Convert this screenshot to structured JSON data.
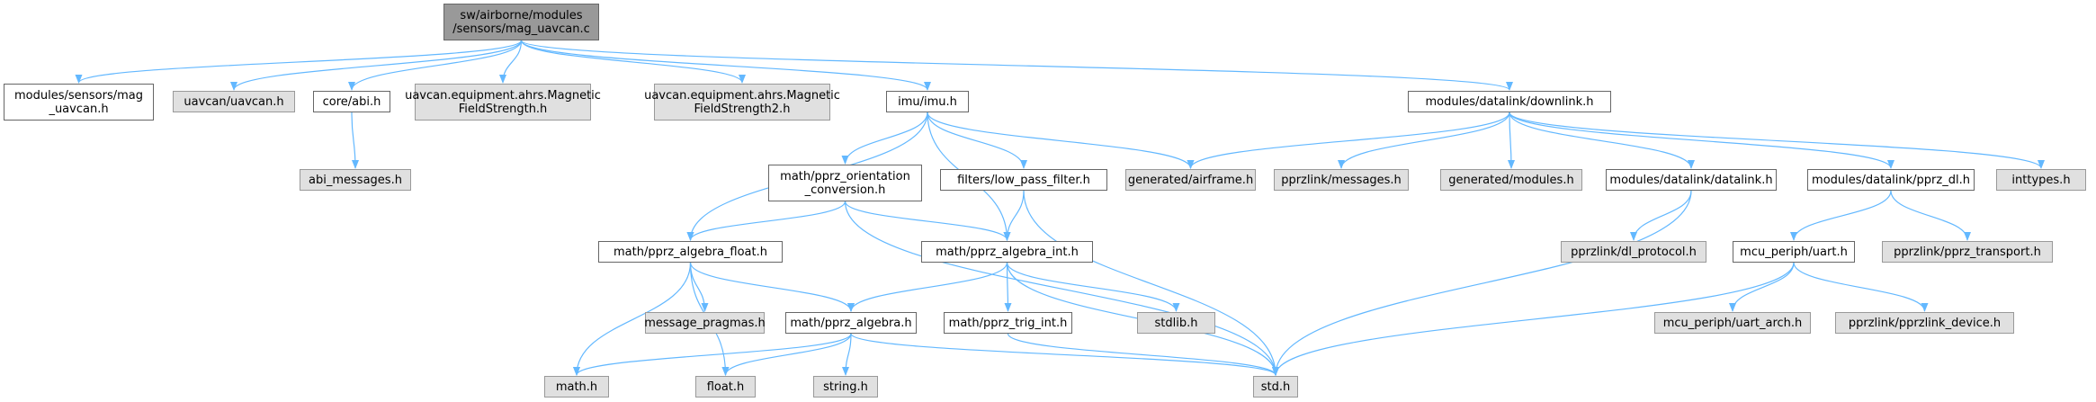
{
  "colors": {
    "edge": "#63b8ff",
    "root_fill": "#999999",
    "local_fill": "#ffffff",
    "external_fill": "#e0e0e0"
  },
  "nodes": [
    {
      "id": "root",
      "kind": "root",
      "lines": [
        "sw/airborne/modules",
        "/sensors/mag_uavcan.c"
      ]
    },
    {
      "id": "mag_uavcan_h",
      "kind": "local",
      "lines": [
        "modules/sensors/mag",
        "_uavcan.h"
      ]
    },
    {
      "id": "uavcan_h",
      "kind": "ext",
      "lines": [
        "uavcan/uavcan.h"
      ]
    },
    {
      "id": "abi_h",
      "kind": "local",
      "lines": [
        "core/abi.h"
      ]
    },
    {
      "id": "mag_field1",
      "kind": "ext",
      "lines": [
        "uavcan.equipment.ahrs.Magnetic",
        "FieldStrength.h"
      ]
    },
    {
      "id": "mag_field2",
      "kind": "ext",
      "lines": [
        "uavcan.equipment.ahrs.Magnetic",
        "FieldStrength2.h"
      ]
    },
    {
      "id": "imu_h",
      "kind": "local",
      "lines": [
        "imu/imu.h"
      ]
    },
    {
      "id": "downlink_h",
      "kind": "local",
      "lines": [
        "modules/datalink/downlink.h"
      ]
    },
    {
      "id": "abi_messages_h",
      "kind": "ext",
      "lines": [
        "abi_messages.h"
      ]
    },
    {
      "id": "orientation_h",
      "kind": "local",
      "lines": [
        "math/pprz_orientation",
        "_conversion.h"
      ]
    },
    {
      "id": "low_pass_h",
      "kind": "local",
      "lines": [
        "filters/low_pass_filter.h"
      ]
    },
    {
      "id": "airframe_h",
      "kind": "ext",
      "lines": [
        "generated/airframe.h"
      ]
    },
    {
      "id": "messages_h",
      "kind": "ext",
      "lines": [
        "pprzlink/messages.h"
      ]
    },
    {
      "id": "modules_h",
      "kind": "ext",
      "lines": [
        "generated/modules.h"
      ]
    },
    {
      "id": "datalink_h",
      "kind": "local",
      "lines": [
        "modules/datalink/datalink.h"
      ]
    },
    {
      "id": "pprz_dl_h",
      "kind": "local",
      "lines": [
        "modules/datalink/pprz_dl.h"
      ]
    },
    {
      "id": "inttypes_h",
      "kind": "ext",
      "lines": [
        "inttypes.h"
      ]
    },
    {
      "id": "algebra_float_h",
      "kind": "local",
      "lines": [
        "math/pprz_algebra_float.h"
      ]
    },
    {
      "id": "algebra_int_h",
      "kind": "local",
      "lines": [
        "math/pprz_algebra_int.h"
      ]
    },
    {
      "id": "dl_protocol_h",
      "kind": "ext",
      "lines": [
        "pprzlink/dl_protocol.h"
      ]
    },
    {
      "id": "uart_h",
      "kind": "local",
      "lines": [
        "mcu_periph/uart.h"
      ]
    },
    {
      "id": "pprz_transport_h",
      "kind": "ext",
      "lines": [
        "pprzlink/pprz_transport.h"
      ]
    },
    {
      "id": "message_pragmas_h",
      "kind": "ext",
      "lines": [
        "message_pragmas.h"
      ]
    },
    {
      "id": "algebra_h",
      "kind": "local",
      "lines": [
        "math/pprz_algebra.h"
      ]
    },
    {
      "id": "trig_int_h",
      "kind": "local",
      "lines": [
        "math/pprz_trig_int.h"
      ]
    },
    {
      "id": "stdlib_h",
      "kind": "ext",
      "lines": [
        "stdlib.h"
      ]
    },
    {
      "id": "uart_arch_h",
      "kind": "ext",
      "lines": [
        "mcu_periph/uart_arch.h"
      ]
    },
    {
      "id": "pprzlink_device_h",
      "kind": "ext",
      "lines": [
        "pprzlink/pprzlink_device.h"
      ]
    },
    {
      "id": "math_h",
      "kind": "ext",
      "lines": [
        "math.h"
      ]
    },
    {
      "id": "float_h",
      "kind": "ext",
      "lines": [
        "float.h"
      ]
    },
    {
      "id": "string_h",
      "kind": "ext",
      "lines": [
        "string.h"
      ]
    },
    {
      "id": "std_h",
      "kind": "ext",
      "lines": [
        "std.h"
      ]
    }
  ],
  "edges": [
    [
      "root",
      "mag_uavcan_h"
    ],
    [
      "root",
      "uavcan_h"
    ],
    [
      "root",
      "abi_h"
    ],
    [
      "root",
      "mag_field1"
    ],
    [
      "root",
      "mag_field2"
    ],
    [
      "root",
      "imu_h"
    ],
    [
      "root",
      "downlink_h"
    ],
    [
      "abi_h",
      "abi_messages_h"
    ],
    [
      "imu_h",
      "algebra_float_h"
    ],
    [
      "imu_h",
      "orientation_h"
    ],
    [
      "imu_h",
      "algebra_int_h"
    ],
    [
      "imu_h",
      "low_pass_h"
    ],
    [
      "imu_h",
      "airframe_h"
    ],
    [
      "orientation_h",
      "algebra_float_h"
    ],
    [
      "orientation_h",
      "algebra_int_h"
    ],
    [
      "orientation_h",
      "std_h"
    ],
    [
      "low_pass_h",
      "algebra_int_h"
    ],
    [
      "low_pass_h",
      "std_h"
    ],
    [
      "downlink_h",
      "airframe_h"
    ],
    [
      "downlink_h",
      "messages_h"
    ],
    [
      "downlink_h",
      "modules_h"
    ],
    [
      "downlink_h",
      "datalink_h"
    ],
    [
      "downlink_h",
      "pprz_dl_h"
    ],
    [
      "downlink_h",
      "inttypes_h"
    ],
    [
      "datalink_h",
      "dl_protocol_h"
    ],
    [
      "datalink_h",
      "std_h"
    ],
    [
      "pprz_dl_h",
      "uart_h"
    ],
    [
      "pprz_dl_h",
      "pprz_transport_h"
    ],
    [
      "uart_h",
      "uart_arch_h"
    ],
    [
      "uart_h",
      "pprzlink_device_h"
    ],
    [
      "uart_h",
      "std_h"
    ],
    [
      "algebra_float_h",
      "message_pragmas_h"
    ],
    [
      "algebra_float_h",
      "algebra_h"
    ],
    [
      "algebra_float_h",
      "math_h"
    ],
    [
      "algebra_float_h",
      "float_h"
    ],
    [
      "algebra_int_h",
      "algebra_h"
    ],
    [
      "algebra_int_h",
      "trig_int_h"
    ],
    [
      "algebra_int_h",
      "stdlib_h"
    ],
    [
      "algebra_int_h",
      "std_h"
    ],
    [
      "algebra_h",
      "math_h"
    ],
    [
      "algebra_h",
      "float_h"
    ],
    [
      "algebra_h",
      "string_h"
    ],
    [
      "algebra_h",
      "std_h"
    ],
    [
      "trig_int_h",
      "std_h"
    ]
  ]
}
